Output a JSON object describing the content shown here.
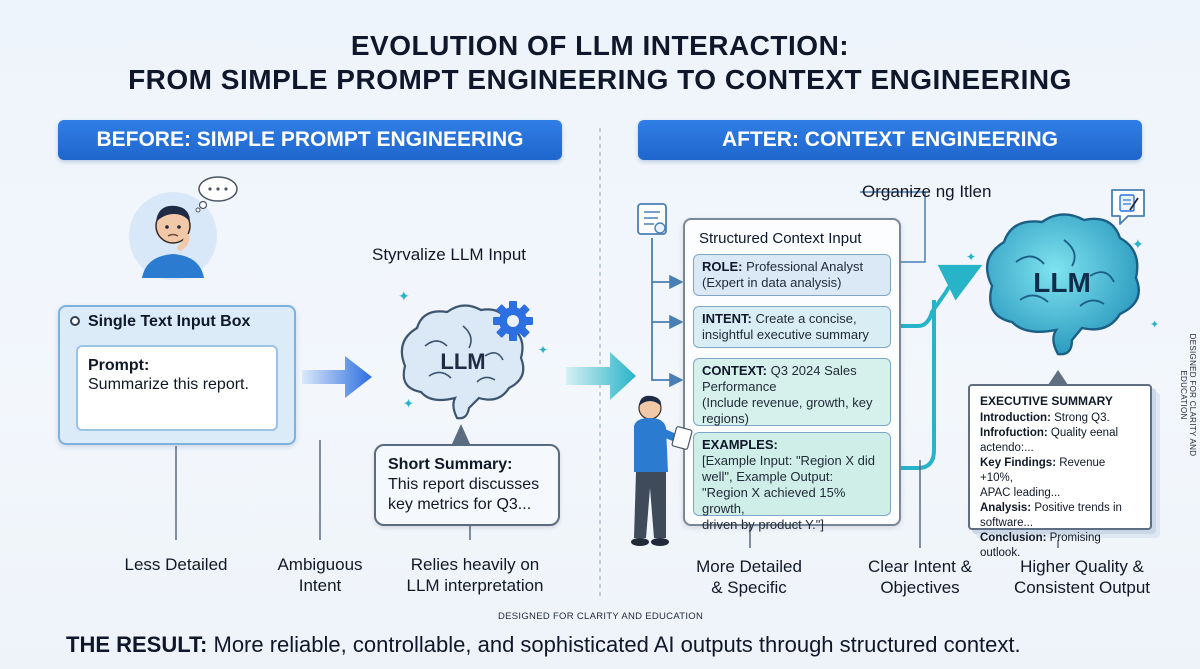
{
  "header": {
    "title_line1": "EVOLUTION OF LLM INTERACTION:",
    "title_line2": "FROM SIMPLE PROMPT ENGINEERING TO CONTEXT ENGINEERING"
  },
  "before": {
    "banner": "BEFORE: SIMPLE PROMPT ENGINEERING",
    "window_title": "Single Text Input Box",
    "prompt_label": "Prompt:",
    "prompt_text": "Summarize this report.",
    "llm_input_label": "Styrvalize LLM Input",
    "brain_label": "LLM",
    "summary_title": "Short Summary:",
    "summary_line1": "This report discusses",
    "summary_line2": "key metrics for Q3...",
    "labels": {
      "less_detailed": "Less Detailed",
      "ambiguous_1": "Ambiguous",
      "ambiguous_2": "Intent",
      "relies_1": "Relies heavily on",
      "relies_2": "LLM interpretation"
    }
  },
  "after": {
    "banner": "AFTER: CONTEXT ENGINEERING",
    "organize_label": "Organize ng Itlen",
    "panel_title": "Structured Context Input",
    "cards": [
      {
        "key": "ROLE:",
        "line1": " Professional Analyst",
        "line2": "(Expert in data analysis)"
      },
      {
        "key": "INTENT:",
        "line1": " Create a concise,",
        "line2": "insightful executive summary"
      },
      {
        "key": "CONTEXT:",
        "line1": " Q3 2024 Sales",
        "line2": "Performance",
        "line3": "(Include revenue, growth, key",
        "line4": "regions)"
      },
      {
        "key": "EXAMPLES:",
        "line1": "[Example Input: \"Region X did",
        "line2": "well\", Example Output:",
        "line3": "\"Region X achieved 15% growth,",
        "line4": "driven by product Y.\"]"
      }
    ],
    "brain_label": "LLM",
    "exec": {
      "title": "EXECUTIVE SUMMARY",
      "rows": [
        {
          "k": "Introduction:",
          "v": " Strong Q3."
        },
        {
          "k": "Infrofuction:",
          "v": " Quality eenal"
        },
        {
          "k": "",
          "v": "actendo:..."
        },
        {
          "k": "Key Findings:",
          "v": " Revenue +10%,"
        },
        {
          "k": "",
          "v": "APAC leading..."
        },
        {
          "k": "Analysis:",
          "v": " Positive trends in"
        },
        {
          "k": "",
          "v": "software..."
        },
        {
          "k": "Conclusion:",
          "v": " Promising outlook."
        }
      ]
    },
    "labels": {
      "more_1": "More Detailed",
      "more_2": "& Specific",
      "clear_1": "Clear Intent &",
      "clear_2": "Objectives",
      "higher_1": "Higher Quality &",
      "higher_2": "Consistent Output"
    }
  },
  "footer": {
    "designed_caption": "DESIGNED FOR CLARITY AND EDUCATION",
    "side_caption": "DESIGNED FOR CLARITY AND EDUCATION",
    "result_key": "THE RESULT:",
    "result_text": " More reliable, controllable, and sophisticated AI outputs through structured context."
  },
  "colors": {
    "banner_blue": "#1f66cc",
    "arrow_blue": "#2b6fe0",
    "arrow_teal": "#27b4c8",
    "brain_teal": "#3fc0d6",
    "brain_light": "#c7dff5"
  },
  "icons": [
    "thinking-person-icon",
    "thought-bubble-icon",
    "gear-icon",
    "brain-icon",
    "document-icon",
    "clipboard-icon",
    "sparkle-icon",
    "standing-person-icon"
  ]
}
